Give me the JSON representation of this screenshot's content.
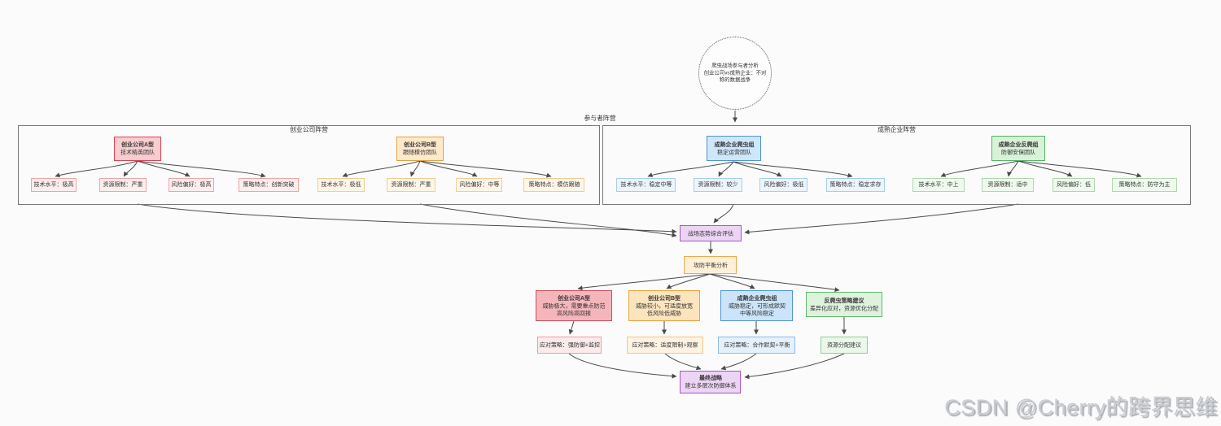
{
  "root": {
    "line1": "爬虫战场参与者分析",
    "line2": "创业公司vs成熟企业：不对",
    "line3": "称的数据战争"
  },
  "labels": {
    "participants": "参与者阵营",
    "startup_camp": "创业公司阵营",
    "mature_camp": "成熟企业阵营"
  },
  "groups": {
    "a": {
      "title": "创业公司A型",
      "subtitle": "技术精英团队",
      "leaves": [
        "技术水平：极高",
        "资源限制：严重",
        "风险偏好：极高",
        "策略特点：创新突破"
      ]
    },
    "b": {
      "title": "创业公司B型",
      "subtitle": "跟随模仿团队",
      "leaves": [
        "技术水平：极低",
        "资源限制：严重",
        "风险偏好：中等",
        "策略特点：模仿跟随"
      ]
    },
    "crawler": {
      "title": "成熟企业爬虫组",
      "subtitle": "稳定运营团队",
      "leaves": [
        "技术水平：稳定中等",
        "资源限制：较少",
        "风险偏好：极低",
        "策略特点：稳定求存"
      ]
    },
    "anti": {
      "title": "成熟企业反爬组",
      "subtitle": "防御安保团队",
      "leaves": [
        "技术水平：中上",
        "资源限制：适中",
        "风险偏好：低",
        "策略特点：防守为主"
      ]
    }
  },
  "flow": {
    "assessment": "战场态势综合评估",
    "balance": "攻防平衡分析",
    "threats": [
      {
        "title": "创业公司A型",
        "line2": "威胁极大，需要重点防范",
        "line3": "高风险高回报"
      },
      {
        "title": "创业公司B型",
        "line2": "威胁较小，可适度放宽",
        "line3": "低风险低威胁"
      },
      {
        "title": "成熟企业爬虫组",
        "line2": "威胁稳定，可形成默契",
        "line3": "中等风险稳定"
      },
      {
        "title": "反爬虫策略建议",
        "line2": "差异化应对，资源优化分配"
      }
    ],
    "strategies": [
      "应对策略：强防御+监控",
      "应对策略：适度限制+观察",
      "应对策略：合作默契+平衡",
      "资源分配建议"
    ],
    "final": {
      "title": "最终战略",
      "subtitle": "建立多层次防御体系"
    }
  },
  "colors": {
    "red_accent": "#d84453",
    "orange_accent": "#e0a143",
    "blue_accent": "#4f93d6",
    "green_accent": "#57b367",
    "purple_accent": "#a855c8",
    "cream_accent": "#eda94e",
    "edge": "#4a4a4a"
  },
  "watermark": "CSDN @Cherry的跨界思维"
}
